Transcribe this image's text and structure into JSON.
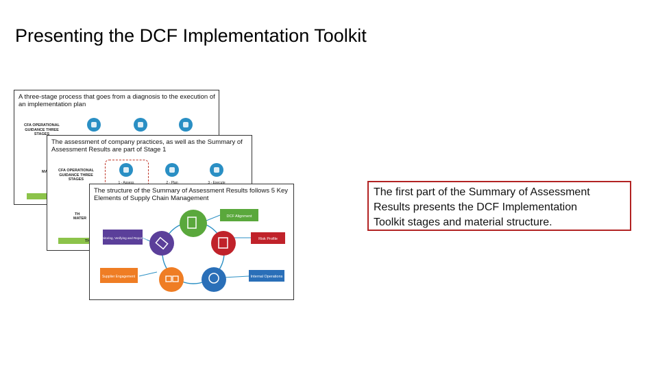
{
  "page": {
    "title": "Presenting the DCF Implementation Toolkit"
  },
  "slide1": {
    "heading": "A three-stage process that goes from a diagnosis to the execution of an implementation plan",
    "label": "CFA OPERATIONAL GUIDANCE THREE STAGES",
    "partial_text": "MA"
  },
  "slide2": {
    "heading": "The assessment of company practices, as well as the Summary of Assessment Results are part of Stage 1",
    "label": "CFA OPERATIONAL GUIDANCE THREE STAGES",
    "stages": [
      "1 - Assess",
      "2 - Plan",
      "3 - Execute"
    ],
    "partial_text_1": "TH",
    "partial_text_2": "MATER",
    "partial_text_3": "TH"
  },
  "slide3": {
    "heading": "The structure of the Summary of Assessment Results follows 5 Key Elements of Supply Chain Management",
    "elements": {
      "dcf_alignment": "DCF Alignment",
      "risk_profile": "Risk Profile",
      "internal_operations": "Internal Operations",
      "supplier_engagement": "Supplier Engagement",
      "monitoring": "Monitoring, Verifying and Reporting"
    }
  },
  "callout": {
    "lines": [
      "The first part of the Summary of Assessment",
      "Results presents the DCF Implementation",
      "Toolkit stages and material structure."
    ]
  },
  "colors": {
    "green": "#5aa83c",
    "red": "#c0222a",
    "blue": "#2a6fb8",
    "orange": "#ef7d24",
    "purple": "#5b3f9a",
    "accent_border": "#b22222"
  }
}
